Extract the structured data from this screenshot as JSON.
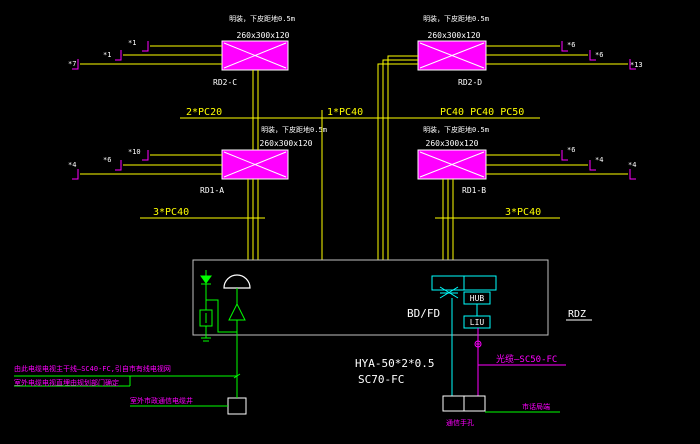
{
  "boxes": {
    "c": {
      "label": "RD2-C",
      "note": "明装，下皮距地0.5m",
      "size": "260x300x120"
    },
    "d": {
      "label": "RD2-D",
      "note": "明装，下皮距地0.5m",
      "size": "260x300x120"
    },
    "a": {
      "label": "RD1-A",
      "note": "明装，下皮距地0.5m",
      "size": "260x300x120"
    },
    "b": {
      "label": "RD1-B",
      "note": "明装，下皮距地0.5m",
      "size": "260x300x120"
    }
  },
  "outlets": {
    "c_top": "*1",
    "c_mid": "*1",
    "c_left": "*7",
    "d_top": "*6",
    "d_mid": "*6",
    "d_right": "*13",
    "a_top": "*10",
    "a_mid": "*6",
    "a_left": "*4",
    "b_top": "*6",
    "b_mid": "*4",
    "b_right": "*4"
  },
  "conduits": {
    "upper_left": "2*PC20",
    "upper_center": "1*PC40",
    "upper_right": "PC40 PC40 PC50",
    "lower_left": "3*PC40",
    "lower_right": "3*PC40"
  },
  "main": {
    "cabinet": "RDZ",
    "bdfd": "BD/FD",
    "hub": "HUB",
    "liu": "LIU",
    "cable1": "HYA-50*2*0.5",
    "cable2": "SC70-FC"
  },
  "notes": {
    "left1": "由此电缆电视主干线—SC40-FC,引自市有线电视网",
    "left2": "室外电缆电视直埋由规划部门确定",
    "left3": "室外市政通信电缆井",
    "right_fiber": "光缆—SC50-FC",
    "right_well": "通信手孔",
    "right_city": "市话局端"
  },
  "colors": {
    "yellow": "#ffff00",
    "magenta": "#ff00ff",
    "white": "#ffffff",
    "green": "#00ff00",
    "cyan": "#00ffff",
    "gray": "#c0c0c0"
  }
}
